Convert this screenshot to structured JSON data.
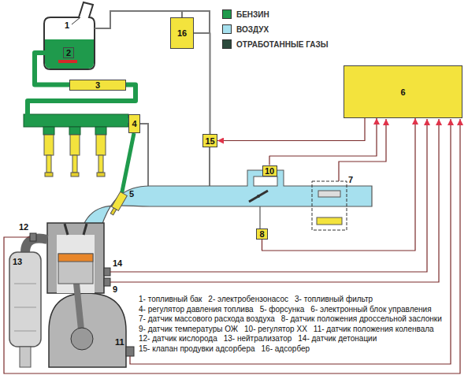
{
  "diagram": {
    "nodes": [
      {
        "text": [
          "16"
        ]
      },
      {
        "text": [
          "2"
        ]
      },
      {
        "text": [
          "3"
        ]
      },
      {
        "text": [
          "6"
        ]
      },
      {
        "text": [
          "4"
        ]
      },
      {
        "text": [
          "15"
        ]
      },
      {
        "text": [
          "10"
        ]
      },
      {
        "text": [
          "8"
        ]
      }
    ],
    "edges": [
      {
        "from": 1,
        "to": 2,
        "arrow": "none"
      },
      {
        "from": 2,
        "to": 4,
        "arrow": "none"
      },
      {
        "from": 0,
        "to": 5,
        "arrow": "none"
      },
      {
        "from": 3,
        "to": 5,
        "arrow": "to"
      },
      {
        "from": 6,
        "to": 3,
        "arrow": "to"
      },
      {
        "from": 7,
        "to": 3,
        "arrow": "to"
      }
    ],
    "labels": [
      "1",
      "12",
      "13",
      "14",
      "9",
      "5",
      "7",
      "11",
      "1- топливный бак",
      "2- электробензонасос",
      "3- топливный фильтр",
      "4- регулятор давления топлива",
      "5- форсунка",
      "6- электронный блок управления",
      "7- датчик массового расхода воздуха",
      "8- датчик положения дроссельной заслонки",
      "9- датчик температуры ОЖ",
      "10- регулятор ХХ",
      "11- датчик положения коленвала",
      "12- датчик кислорода",
      "13- нейтрализатор",
      "14- датчик детонации",
      "15- клапан продувки адсорбера",
      "16- адсорбер"
    ],
    "legend": [
      {
        "text": "БЕНЗИН",
        "color": "#1f9a4c"
      },
      {
        "text": "ВОЗДУХ",
        "color": "#a6e0ee"
      },
      {
        "text": "ОТРАБОТАННЫЕ ГАЗЫ",
        "color": "#2b4a3c"
      }
    ]
  }
}
